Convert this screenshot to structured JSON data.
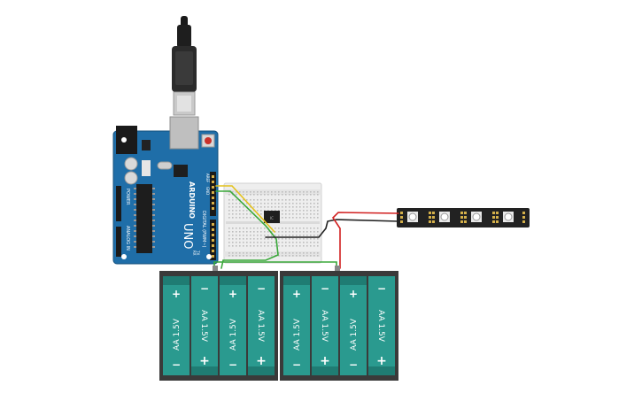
{
  "arduino": {
    "brand": "ARDUINO",
    "model": "UNO",
    "side_label": "DIGITAL (PWM~)",
    "analog_label": "ANALOG IN",
    "power_label": "POWER",
    "gnd_label": "GND",
    "aref_label": "AREF",
    "tx_label": "TX",
    "rx_label": "RX",
    "board_color": "#1f6ea8"
  },
  "breadboard": {
    "chip_label": "IC"
  },
  "led_strip": {
    "pixel_count": 4,
    "color": "#222222"
  },
  "battery_packs": [
    {
      "cells": [
        {
          "label": "AA 1.5V",
          "top_sign": "+",
          "bottom_sign": "−"
        },
        {
          "label": "AA 1.5V",
          "top_sign": "−",
          "bottom_sign": "+"
        },
        {
          "label": "AA 1.5V",
          "top_sign": "+",
          "bottom_sign": "−"
        },
        {
          "label": "AA 1.5V",
          "top_sign": "−",
          "bottom_sign": "+"
        }
      ]
    },
    {
      "cells": [
        {
          "label": "AA 1.5V",
          "top_sign": "+",
          "bottom_sign": "−"
        },
        {
          "label": "AA 1.5V",
          "top_sign": "−",
          "bottom_sign": "+"
        },
        {
          "label": "AA 1.5V",
          "top_sign": "+",
          "bottom_sign": "−"
        },
        {
          "label": "AA 1.5V",
          "top_sign": "−",
          "bottom_sign": "+"
        }
      ]
    }
  ],
  "wires": {
    "red": "#d11f1f",
    "black": "#222222",
    "green": "#3aa83a",
    "yellow": "#e4c21c"
  },
  "colors": {
    "battery_cell": "#2a9a8f",
    "battery_cell_dark": "#1f7c73",
    "battery_case": "#3a3a3a"
  }
}
